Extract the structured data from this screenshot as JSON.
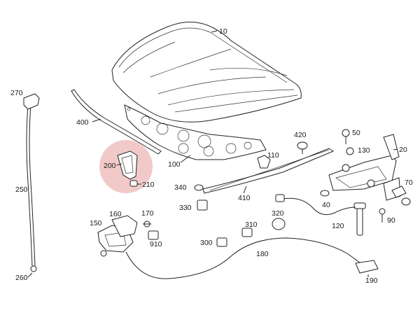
{
  "diagram": {
    "highlight_color": "#f2c9c9",
    "highlighted_part": "200",
    "parts": {
      "p10": "10",
      "p20": "20",
      "p40": "40",
      "p50": "50",
      "p70": "70",
      "p90": "90",
      "p100": "100",
      "p110": "110",
      "p120": "120",
      "p130": "130",
      "p150": "150",
      "p160": "160",
      "p170": "170",
      "p180": "180",
      "p190": "190",
      "p200": "200",
      "p210": "210",
      "p250": "250",
      "p260": "260",
      "p270": "270",
      "p300": "300",
      "p310": "310",
      "p320": "320",
      "p330": "330",
      "p340": "340",
      "p400": "400",
      "p410": "410",
      "p420": "420",
      "p910": "910"
    }
  }
}
